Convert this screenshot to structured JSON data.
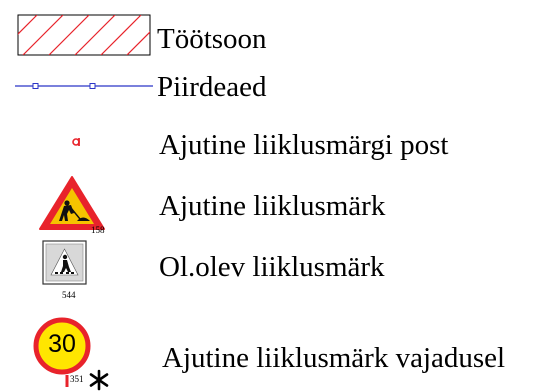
{
  "legend": {
    "items": [
      {
        "label": "Töötsoon"
      },
      {
        "label": "Piirdeaed"
      },
      {
        "label": "Ajutine liiklusmärgi post"
      },
      {
        "label": "Ajutine liiklusmärk",
        "sign_code": "158"
      },
      {
        "label": "Ol.olev liiklusmärk",
        "sign_code": "544"
      },
      {
        "label": "Ajutine liiklusmärk vajadusel",
        "sign_code": "351",
        "sign_text": "30"
      }
    ]
  },
  "colors": {
    "hatch": "#e8232b",
    "fence": "#2b35c7",
    "warning_red": "#e8232b",
    "warning_yellow": "#f5c400",
    "existing_sign_bg": "#d8d8d8",
    "post": "#e8232b",
    "speed_sign_yellow": "#ffe600"
  }
}
